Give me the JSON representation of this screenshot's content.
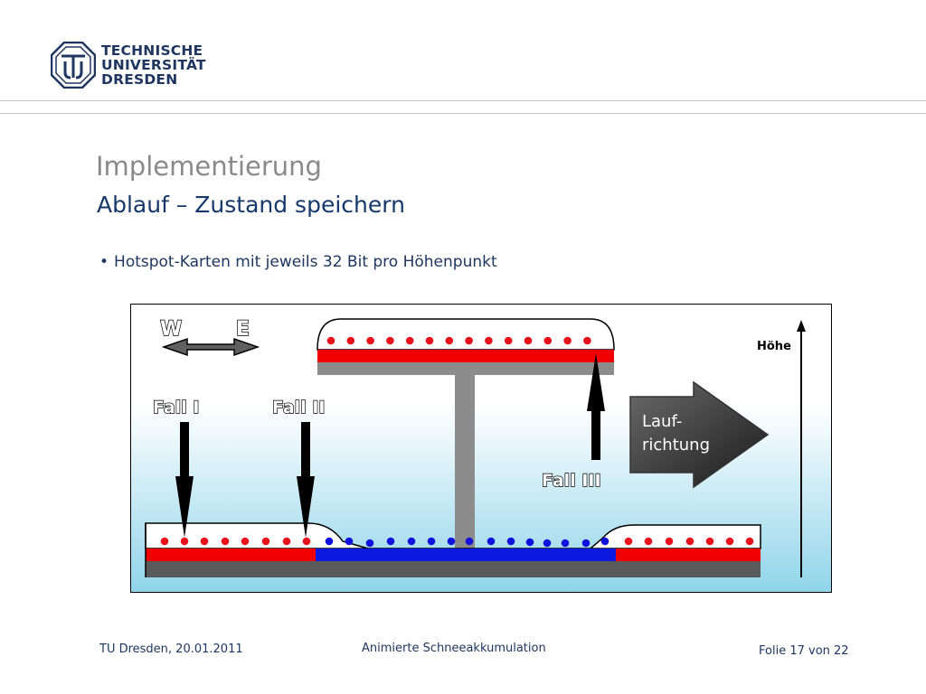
{
  "header": {
    "logo_lines": [
      "TECHNISCHE",
      "UNIVERSITÄT",
      "DRESDEN"
    ]
  },
  "slide": {
    "title": "Implementierung",
    "subtitle": "Ablauf – Zustand speichern",
    "bullets": [
      {
        "bullet": "•",
        "text": "Hotspot-Karten mit jeweils 32 Bit pro Höhenpunkt"
      }
    ]
  },
  "figure": {
    "compass_w": "W",
    "compass_e": "E",
    "case1": "Fall I",
    "case2": "Fall II",
    "case3": "Fall III",
    "direction_line1": "Lauf-",
    "direction_line2": "richtung",
    "height_axis": "Höhe",
    "colors": {
      "red_point": "#e8111b",
      "blue_point": "#1111dd",
      "red_bar": "#f00000",
      "blue_bar": "#0a18e0",
      "ground": "#5a5a5a",
      "pillar": "#8c8c8c",
      "sky_top": "#ffffff",
      "sky_bottom": "#8fd4ea"
    }
  },
  "footer": {
    "left": "TU Dresden, 20.01.2011",
    "center": "Animierte Schneeakkumulation",
    "right": "Folie 17 von 22"
  }
}
